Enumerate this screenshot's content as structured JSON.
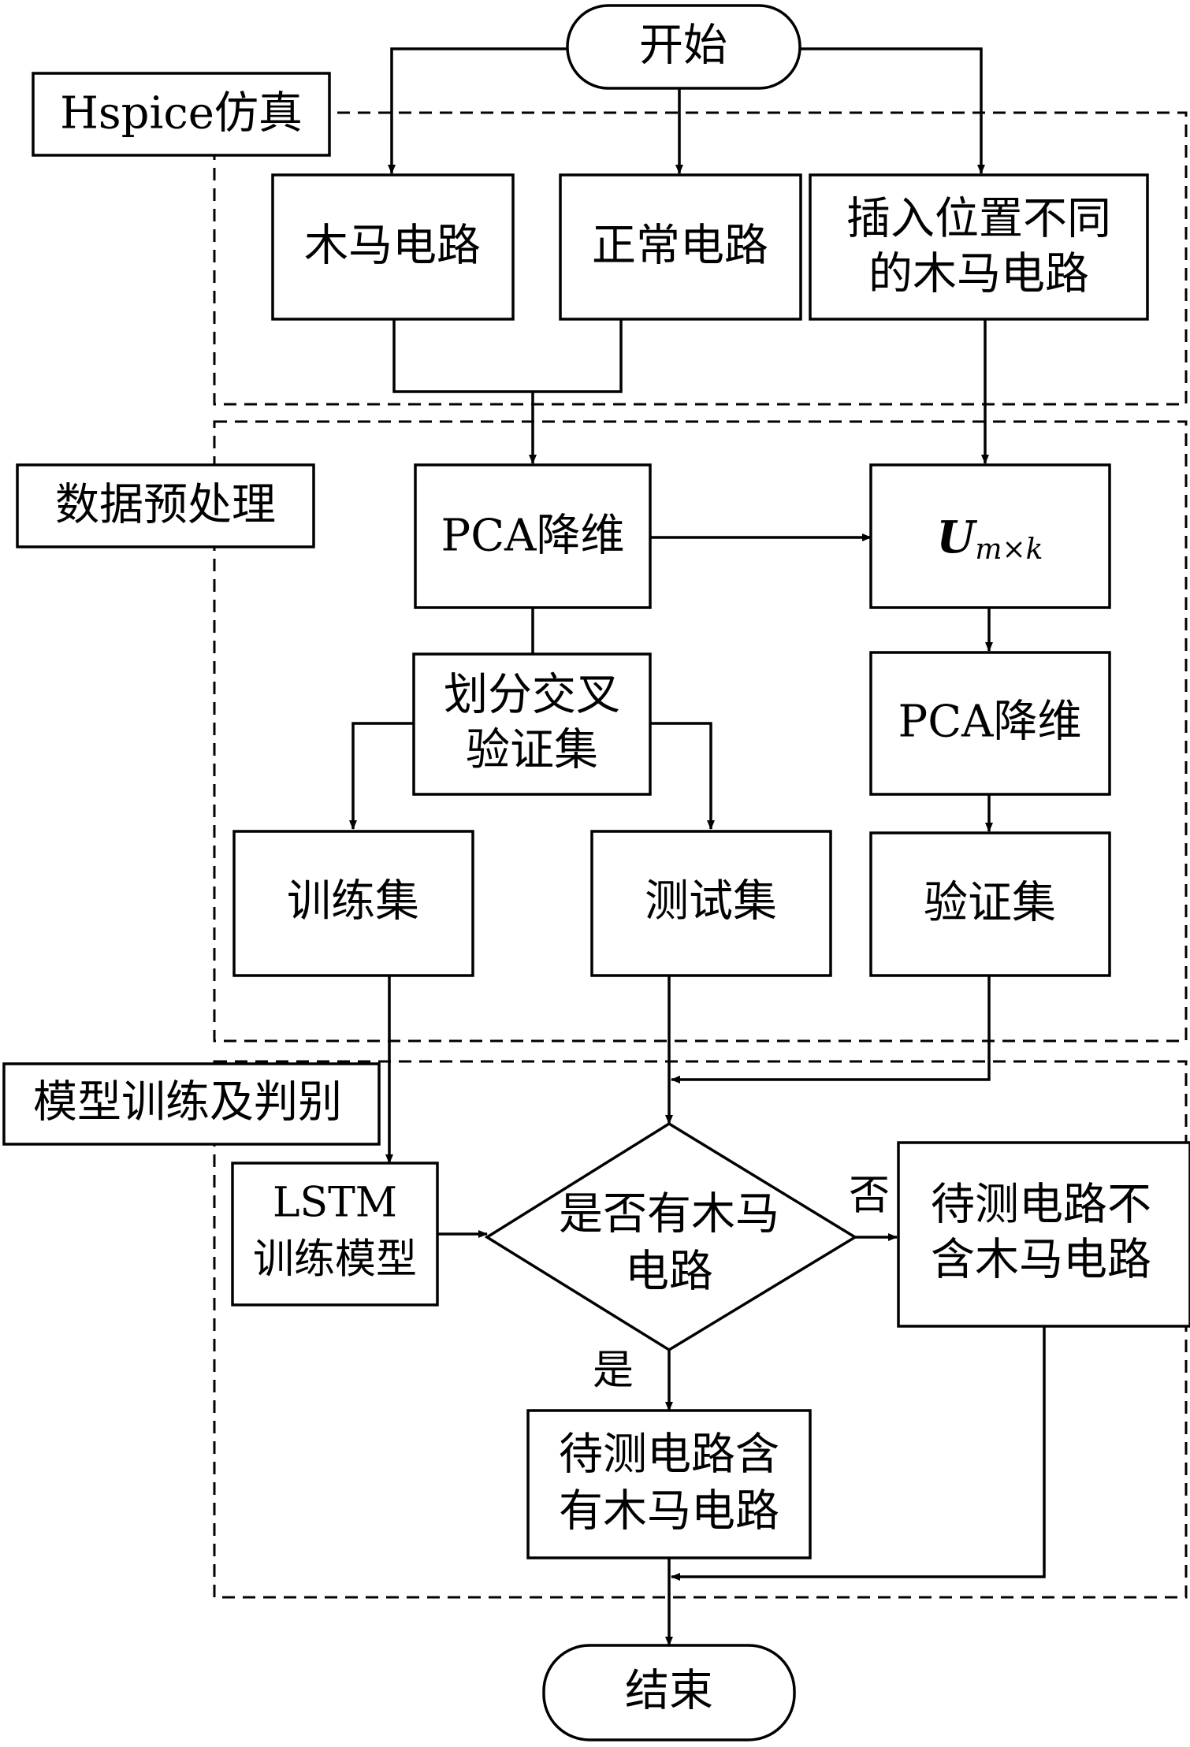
{
  "stages": {
    "sim_label": "Hspice仿真",
    "prep_label": "数据预处理",
    "train_label": "模型训练及判别"
  },
  "nodes": {
    "start": "开始",
    "trojan_circuit": "木马电路",
    "normal_circuit": "正常电路",
    "diff_position_line1": "插入位置不同",
    "diff_position_line2": "的木马电路",
    "pca_left": "PCA降维",
    "u_matrix_main": "U",
    "u_matrix_sub": "m×k",
    "split_line1": "划分交叉",
    "split_line2": "验证集",
    "pca_right": "PCA降维",
    "train_set": "训练集",
    "test_set": "测试集",
    "valid_set": "验证集",
    "lstm_line1": "LSTM",
    "lstm_line2": "训练模型",
    "decision_line1": "是否有木马",
    "decision_line2": "电路",
    "no_trojan_line1": "待测电路不",
    "no_trojan_line2": "含木马电路",
    "has_trojan_line1": "待测电路含",
    "has_trojan_line2": "有木马电路",
    "end": "结束"
  },
  "edge_labels": {
    "no": "否",
    "yes": "是"
  }
}
